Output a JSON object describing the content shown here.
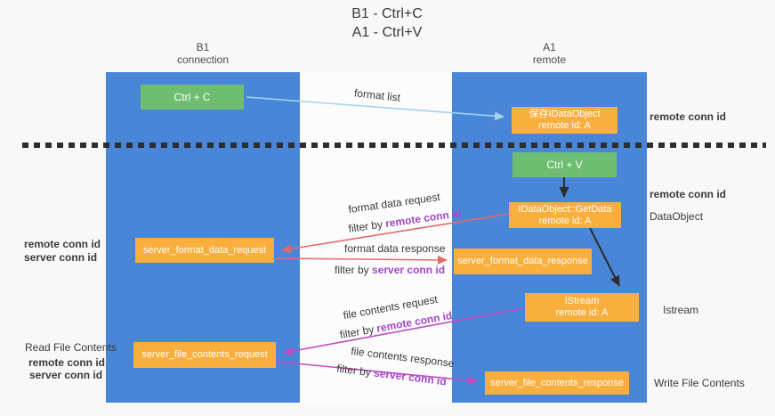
{
  "title": {
    "line1": "B1 - Ctrl+C",
    "line2": "A1 - Ctrl+V"
  },
  "lanes": {
    "left": {
      "name": "B1",
      "subtitle": "connection"
    },
    "right": {
      "name": "A1",
      "subtitle": "remote"
    }
  },
  "nodes": {
    "ctrl_c": {
      "label": "Ctrl + C"
    },
    "save_idataobject": {
      "line1": "保存IDataObject",
      "line2": "remote id: A"
    },
    "ctrl_v": {
      "label": "Ctrl + V"
    },
    "idataobject_getdata": {
      "line1": "IDataObject::GetData",
      "line2": "remote id: A"
    },
    "server_format_data_request": {
      "label": "server_format_data_request"
    },
    "server_format_data_response": {
      "label": "server_format_data_response"
    },
    "istream": {
      "line1": "IStream",
      "line2": "remote id: A"
    },
    "server_file_contents_request": {
      "label": "server_file_contents_request"
    },
    "server_file_contents_response": {
      "label": "server_file_contents_response"
    }
  },
  "arrow_labels": {
    "format_list": "format list",
    "format_data_request": "format data request",
    "format_data_response": "format data response",
    "file_contents_request": "file contents request",
    "file_contents_response": "file contents response",
    "filter_by": "filter by",
    "remote_conn_id": "remote conn id",
    "server_conn_id": "server conn id"
  },
  "side_labels": {
    "left": {
      "remote_conn_id": "remote conn id",
      "server_conn_id": "server conn id",
      "read_file_contents": "Read File Contents",
      "remote_conn_id_2": "remote conn id",
      "server_conn_id_2": "server conn id"
    },
    "right": {
      "remote_conn_id_top": "remote conn id",
      "remote_conn_id_mid": "remote conn id",
      "dataobject": "DataObject",
      "istream": "Istream",
      "write_file_contents": "Write File Contents"
    }
  },
  "colors": {
    "lane_blue": "#4a86d8",
    "box_green": "#6ebd71",
    "box_orange": "#f9af3e",
    "arrow_light_blue": "#a3d3f2",
    "arrow_red": "#e5696b",
    "arrow_magenta": "#c44bc4",
    "arrow_black": "#2d2d2d",
    "text_purple": "#a248c6",
    "text_green": "#56b45a",
    "dashed_line": "#2d2d2d"
  }
}
